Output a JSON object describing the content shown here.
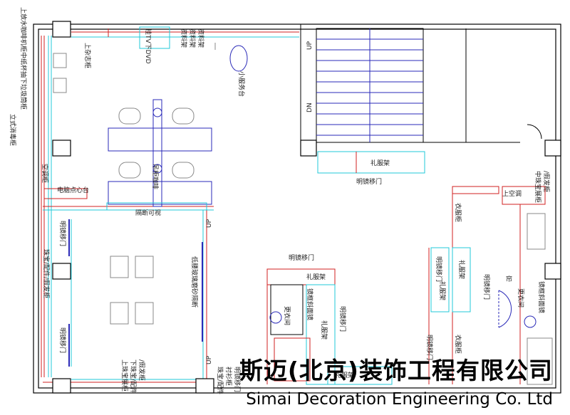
{
  "rooms_left_top": {
    "tall_display_cabinet": "立式消毒柜",
    "coffee_machine": "上放水咖啡机柜中纸杯抽下垃圾筒柜",
    "magazine_rack": "上杂志柜",
    "tv_dvd": "挂TV下DVD",
    "brochure_racks": [
      "资料架",
      "资料架",
      "资料架"
    ],
    "small_wardrobe": "小服务台",
    "aircon": "空调柜",
    "desk_label": "电脑点心台",
    "partition": "隔断可视",
    "center_console": "吊柜咖啡"
  },
  "rooms_left_bottom": {
    "jewelry_cabinet_left": "珠宝/配件/假发柜",
    "mirror_door_left": "明镜移门",
    "mirror_door_top": "明镜移门",
    "glass_partition": "低腰玻璃磨砂隔断",
    "cabinet_bottom": [
      "上珠宝展柜",
      "下珠宝/配件",
      "/假发柜"
    ],
    "shirt_cabinet": [
      "珠宝/配件",
      "衬衫柜",
      "明镜移门"
    ]
  },
  "rooms_right": {
    "stairs_up": "UP",
    "stairs_down": "DN",
    "fitting_label": "更衣间",
    "gown_rack": "礼服架",
    "clothes_cabinet": "衣服柜",
    "mirror_door": "明镜移门",
    "jewelry_right": [
      "中珠宝展柜",
      "上空调",
      "/假发柜"
    ],
    "mirror_wall": "镜框斜面镜",
    "curtain": "帘",
    "sliding_left": "衣服柜",
    "cleaning": "衣服柜",
    "jewelry_right2": "明镜移门"
  },
  "center": {
    "up_label": "UP",
    "fitting_room_center": "更衣间",
    "mirror_wall_center": "镜框斜面镜",
    "gown_rack_center": "礼服架",
    "mirror_door_center": "明镜移门",
    "mirror_door_top": "明镜移门"
  },
  "watermark": {
    "company_cn": "斯迈(北京)装饰工程有限公司",
    "company_en": "Simai Decoration Engineering Co. Ltd"
  },
  "colors": {
    "wall": "#000000",
    "red_line": "#d22020",
    "cyan_line": "#20c8d8",
    "blue_furniture": "#2a2ab8",
    "gray": "#888888"
  }
}
